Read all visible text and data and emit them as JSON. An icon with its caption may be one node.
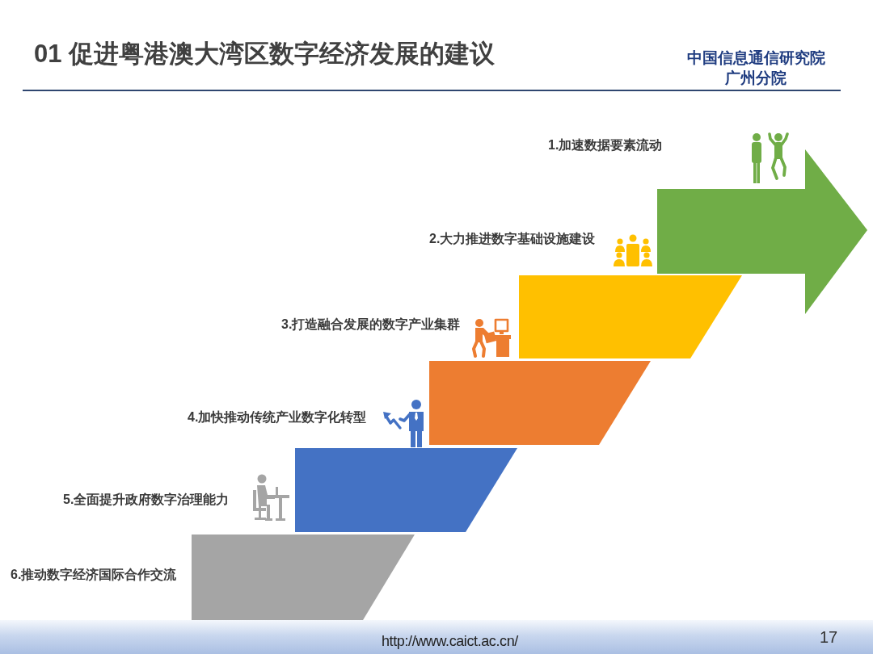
{
  "diagram": {
    "title": "01 促进粤港澳大湾区数字经济发展的建议",
    "nodes": [
      {
        "text": [],
        "shape": "arrow"
      },
      {
        "text": [],
        "shape": "trapezoid"
      },
      {
        "text": [],
        "shape": "trapezoid"
      },
      {
        "text": [],
        "shape": "trapezoid"
      },
      {
        "text": [],
        "shape": "trapezoid"
      }
    ],
    "labels": [
      "中国信息通信研究院广州分院",
      "1.加速数据要素流动",
      "2.大力推进数字基础设施建设",
      "3.打造融合发展的数字产业集群",
      "4.加快推动传统产业数字化转型",
      "5.全面提升政府数字治理能力",
      "6.推动数字经济国际合作交流",
      "http://www.caict.ac.cn/",
      "17"
    ]
  }
}
